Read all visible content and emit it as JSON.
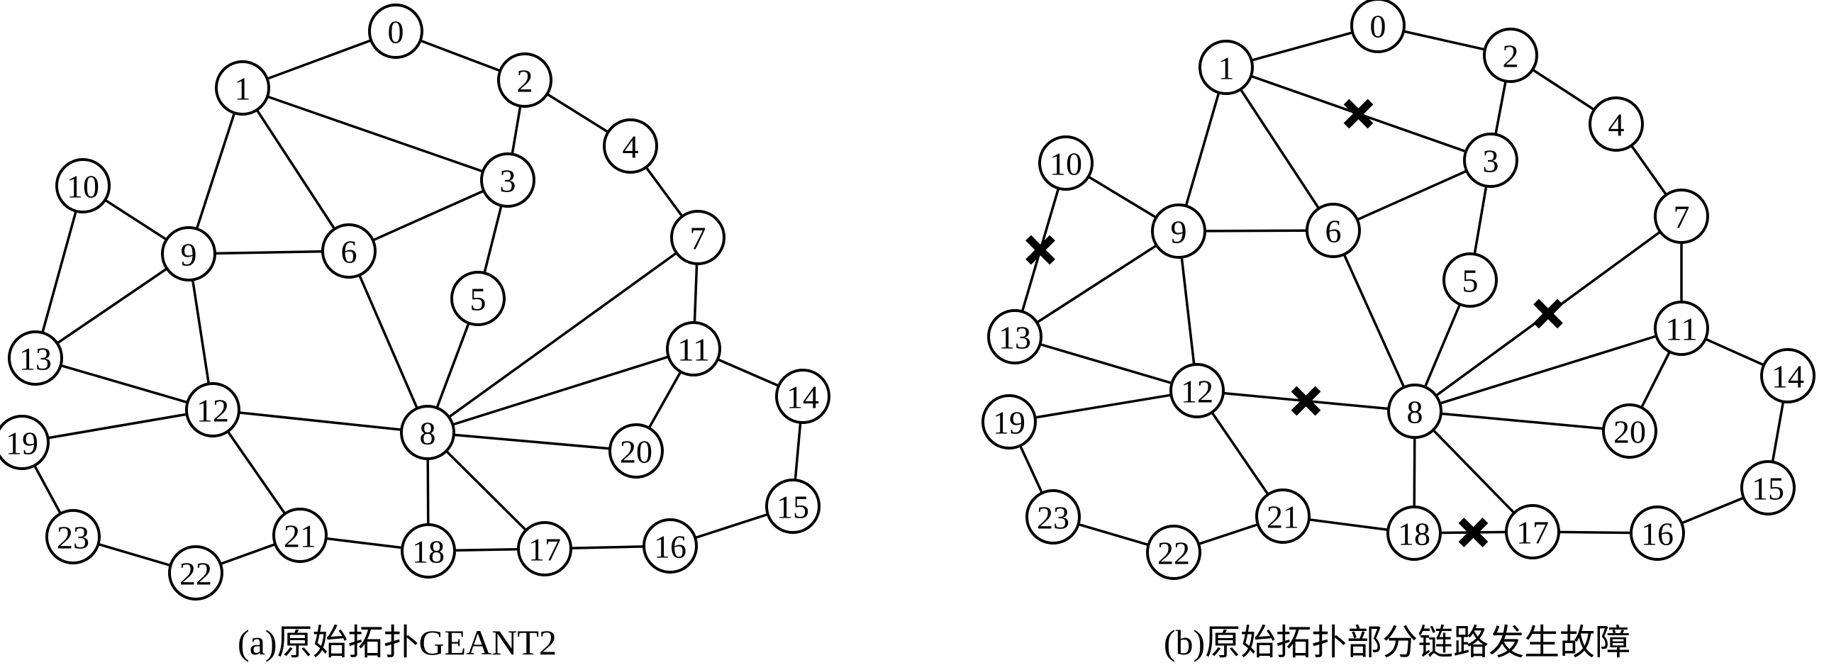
{
  "panels": [
    {
      "id": "a",
      "caption": "(a)原始拓扑GEANT2",
      "nodes": [
        "0",
        "1",
        "2",
        "3",
        "4",
        "5",
        "6",
        "7",
        "8",
        "9",
        "10",
        "11",
        "12",
        "13",
        "14",
        "15",
        "16",
        "17",
        "18",
        "19",
        "20",
        "21",
        "22",
        "23"
      ],
      "edges": [
        [
          "0",
          "1"
        ],
        [
          "0",
          "2"
        ],
        [
          "1",
          "3"
        ],
        [
          "1",
          "6"
        ],
        [
          "1",
          "9"
        ],
        [
          "2",
          "3"
        ],
        [
          "2",
          "4"
        ],
        [
          "3",
          "5"
        ],
        [
          "3",
          "6"
        ],
        [
          "4",
          "7"
        ],
        [
          "5",
          "8"
        ],
        [
          "6",
          "8"
        ],
        [
          "6",
          "9"
        ],
        [
          "7",
          "8"
        ],
        [
          "7",
          "11"
        ],
        [
          "8",
          "11"
        ],
        [
          "8",
          "12"
        ],
        [
          "8",
          "17"
        ],
        [
          "8",
          "18"
        ],
        [
          "8",
          "20"
        ],
        [
          "9",
          "10"
        ],
        [
          "9",
          "12"
        ],
        [
          "9",
          "13"
        ],
        [
          "10",
          "13"
        ],
        [
          "11",
          "14"
        ],
        [
          "11",
          "20"
        ],
        [
          "12",
          "13"
        ],
        [
          "12",
          "19"
        ],
        [
          "12",
          "21"
        ],
        [
          "14",
          "15"
        ],
        [
          "15",
          "16"
        ],
        [
          "16",
          "17"
        ],
        [
          "17",
          "18"
        ],
        [
          "18",
          "21"
        ],
        [
          "19",
          "23"
        ],
        [
          "21",
          "22"
        ],
        [
          "22",
          "23"
        ]
      ],
      "failed_edges": []
    },
    {
      "id": "b",
      "caption": "(b)原始拓扑部分链路发生故障",
      "nodes": [
        "0",
        "1",
        "2",
        "3",
        "4",
        "5",
        "6",
        "7",
        "8",
        "9",
        "10",
        "11",
        "12",
        "13",
        "14",
        "15",
        "16",
        "17",
        "18",
        "19",
        "20",
        "21",
        "22",
        "23"
      ],
      "edges": [
        [
          "0",
          "1"
        ],
        [
          "0",
          "2"
        ],
        [
          "1",
          "3"
        ],
        [
          "1",
          "6"
        ],
        [
          "1",
          "9"
        ],
        [
          "2",
          "3"
        ],
        [
          "2",
          "4"
        ],
        [
          "3",
          "5"
        ],
        [
          "3",
          "6"
        ],
        [
          "4",
          "7"
        ],
        [
          "5",
          "8"
        ],
        [
          "6",
          "8"
        ],
        [
          "6",
          "9"
        ],
        [
          "7",
          "8"
        ],
        [
          "7",
          "11"
        ],
        [
          "8",
          "11"
        ],
        [
          "8",
          "12"
        ],
        [
          "8",
          "17"
        ],
        [
          "8",
          "18"
        ],
        [
          "8",
          "20"
        ],
        [
          "9",
          "10"
        ],
        [
          "9",
          "12"
        ],
        [
          "9",
          "13"
        ],
        [
          "10",
          "13"
        ],
        [
          "11",
          "14"
        ],
        [
          "11",
          "20"
        ],
        [
          "12",
          "13"
        ],
        [
          "12",
          "19"
        ],
        [
          "12",
          "21"
        ],
        [
          "14",
          "15"
        ],
        [
          "15",
          "16"
        ],
        [
          "16",
          "17"
        ],
        [
          "17",
          "18"
        ],
        [
          "18",
          "21"
        ],
        [
          "19",
          "23"
        ],
        [
          "21",
          "22"
        ],
        [
          "22",
          "23"
        ]
      ],
      "failed_edges": [
        [
          "1",
          "3"
        ],
        [
          "10",
          "13"
        ],
        [
          "7",
          "8"
        ],
        [
          "8",
          "12"
        ],
        [
          "17",
          "18"
        ]
      ]
    }
  ]
}
